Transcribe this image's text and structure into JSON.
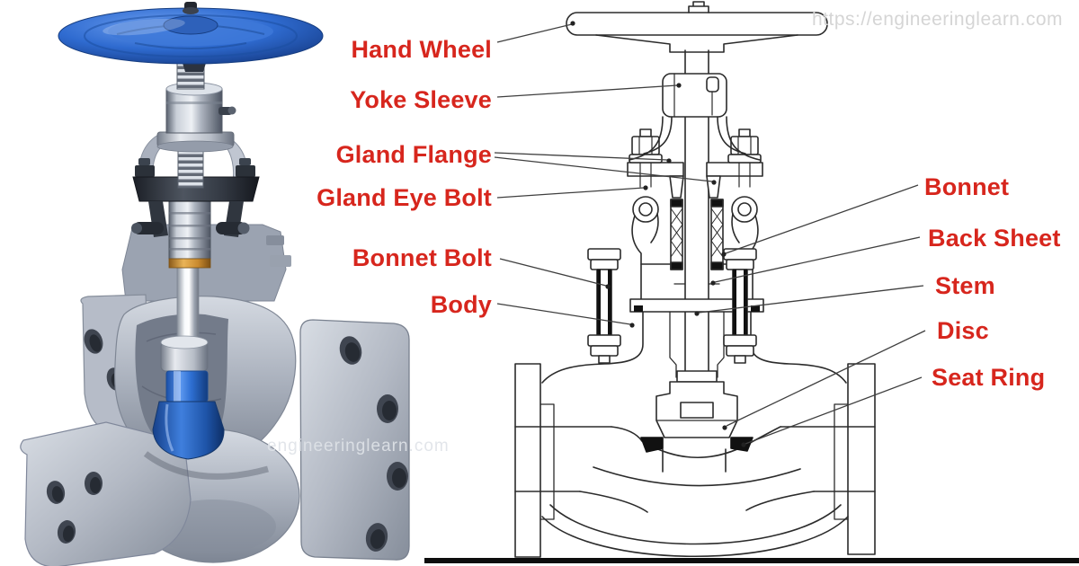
{
  "diagram": {
    "subject": "Globe Valve parts diagram",
    "labels": {
      "left": [
        "Hand Wheel",
        "Yoke Sleeve",
        "Gland Flange",
        "Gland Eye Bolt",
        "Bonnet Bolt",
        "Body"
      ],
      "right": [
        "Bonnet",
        "Back Sheet",
        "Stem",
        "Disc",
        "Seat Ring"
      ]
    },
    "watermarks": {
      "top_right": "https://engineeringlearn.com",
      "photo": "engineeringlearn.com"
    },
    "colors": {
      "label_red": "#d7261d",
      "drawing_line": "#2b2b2b",
      "leader_line": "#3f3f3f",
      "watermark_gray": "#d5d5d5",
      "handwheel_blue": "#2f6bd0",
      "disc_blue": "#2e6fd2",
      "packing_orange": "#d99a3a",
      "metal_gray": "#aab1bd",
      "ground_black": "#0d0d0d"
    }
  }
}
